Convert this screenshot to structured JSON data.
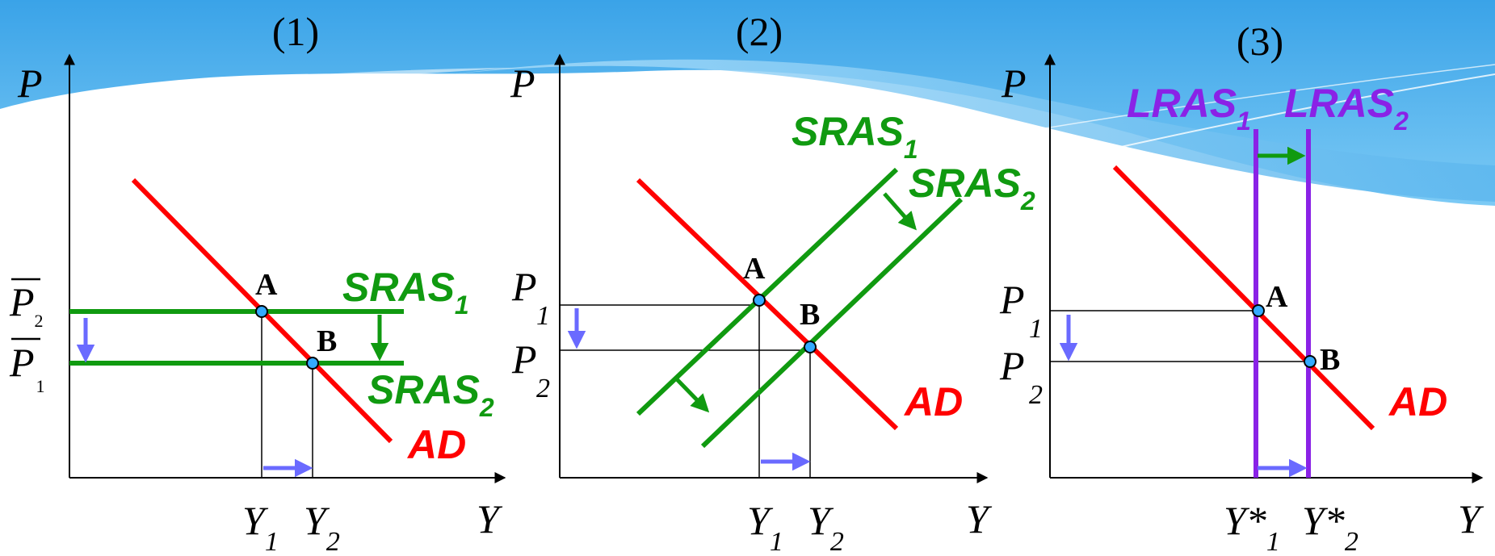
{
  "colors": {
    "ad": "#ff0000",
    "sras": "#109a10",
    "lras": "#8a22e6",
    "shift_arrow": "#6a6aff",
    "axis": "#000000",
    "point_fill": "#33aaff"
  },
  "panels": [
    {
      "number": "(1)",
      "axis_y": "P",
      "axis_x": "Y",
      "ad_label": "AD",
      "point_a": "A",
      "point_b": "B",
      "y_ticks": [
        {
          "main": "P",
          "sub": "2",
          "overline": true
        },
        {
          "main": "P",
          "sub": "1",
          "overline": true
        }
      ],
      "x_ticks": [
        {
          "main": "Y",
          "sub": "1"
        },
        {
          "main": "Y",
          "sub": "2"
        }
      ],
      "supply_labels": [
        {
          "main": "SRAS",
          "sub": "1"
        },
        {
          "main": "SRAS",
          "sub": "2"
        }
      ]
    },
    {
      "number": "(2)",
      "axis_y": "P",
      "axis_x": "Y",
      "ad_label": "AD",
      "point_a": "A",
      "point_b": "B",
      "y_ticks": [
        {
          "main": "P",
          "sub": "1"
        },
        {
          "main": "P",
          "sub": "2"
        }
      ],
      "x_ticks": [
        {
          "main": "Y",
          "sub": "1"
        },
        {
          "main": "Y",
          "sub": "2"
        }
      ],
      "supply_labels": [
        {
          "main": "SRAS",
          "sub": "1"
        },
        {
          "main": "SRAS",
          "sub": "2"
        }
      ]
    },
    {
      "number": "(3)",
      "axis_y": "P",
      "axis_x": "Y",
      "ad_label": "AD",
      "point_a": "A",
      "point_b": "B",
      "y_ticks": [
        {
          "main": "P",
          "sub": "1"
        },
        {
          "main": "P",
          "sub": "2"
        }
      ],
      "x_ticks": [
        {
          "main": "Y*",
          "sub": "1"
        },
        {
          "main": "Y*",
          "sub": "2"
        }
      ],
      "supply_labels": [
        {
          "main": "LRAS",
          "sub": "1"
        },
        {
          "main": "LRAS",
          "sub": "2"
        }
      ]
    }
  ]
}
